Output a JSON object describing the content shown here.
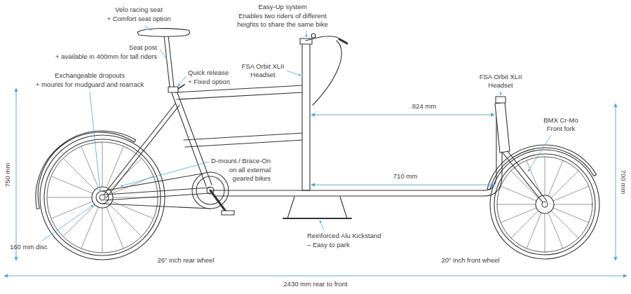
{
  "diagram": {
    "labels": [
      "Velo racing seat",
      "+ Comfort seat option",
      "Easy-Up system",
      "Enables two riders of different heights to share the same bike",
      "Seat post",
      "+ available in 400mm for tall riders",
      "FSA Orbit XLII Headset",
      "Exchangeable dropouts",
      "+ mounts for mudguard and rearrack",
      "Quick release",
      "+ Fixed option",
      "FSA Orbit XLII Headset",
      "824 mm",
      "BMX Cr-Mo Front fork",
      "D-mount / Brace-On",
      "on all external geared bikes",
      "710 mm",
      "750 mm",
      "700 mm",
      "Reinforced Alu Kickstand",
      "– Easy to park",
      "160 mm disc",
      "26\" inch rear wheel",
      "20\" inch front wheel",
      "2430 mm rear to front"
    ]
  }
}
